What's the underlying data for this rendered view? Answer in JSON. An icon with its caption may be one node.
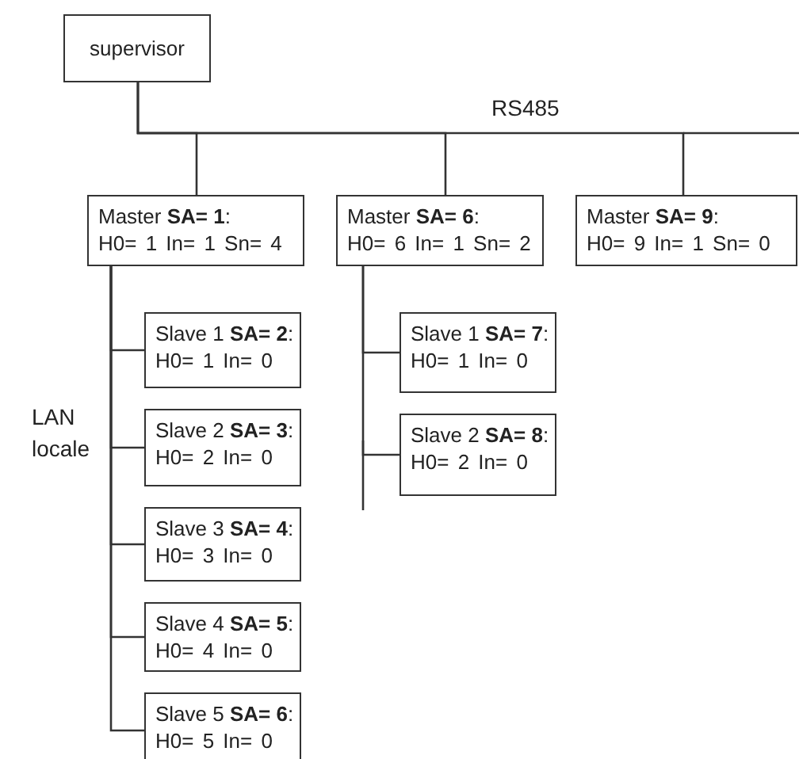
{
  "diagram": {
    "nodes": [
      {
        "text": [
          "supervisor"
        ]
      },
      {
        "text": [
          "Master **SA= 1**:",
          "H0= 1 In= 1 Sn= 4"
        ]
      },
      {
        "text": [
          "Master **SA= 6**:",
          "H0= 6 In= 1 Sn= 2"
        ]
      },
      {
        "text": [
          "Master **SA= 9**:",
          "H0= 9 In= 1 Sn= 0"
        ]
      },
      {
        "text": [
          "Slave 1 **SA= 2**:",
          "H0= 1 In= 0"
        ]
      },
      {
        "text": [
          "Slave 2 **SA= 3**:",
          "H0= 2 In= 0"
        ]
      },
      {
        "text": [
          "Slave 3 **SA= 4**:",
          "H0= 3 In= 0"
        ]
      },
      {
        "text": [
          "Slave 4 **SA= 5**:",
          "H0= 4 In= 0"
        ]
      },
      {
        "text": [
          "Slave 5 **SA= 6**:",
          "H0= 5 In= 0"
        ]
      },
      {
        "text": [
          "Slave 1 **SA= 7**:",
          "H0= 1 In= 0"
        ]
      },
      {
        "text": [
          "Slave 2 **SA= 8**:",
          "H0= 2 In= 0"
        ]
      }
    ],
    "edges": [
      {
        "from": 0,
        "to": 1,
        "arrow": "none"
      },
      {
        "from": 0,
        "to": 2,
        "arrow": "none"
      },
      {
        "from": 0,
        "to": 3,
        "arrow": "none"
      },
      {
        "from": 1,
        "to": 4,
        "arrow": "none"
      },
      {
        "from": 1,
        "to": 5,
        "arrow": "none"
      },
      {
        "from": 1,
        "to": 6,
        "arrow": "none"
      },
      {
        "from": 1,
        "to": 7,
        "arrow": "none"
      },
      {
        "from": 1,
        "to": 8,
        "arrow": "none"
      },
      {
        "from": 2,
        "to": 9,
        "arrow": "none"
      },
      {
        "from": 2,
        "to": 10,
        "arrow": "none"
      }
    ],
    "labels": [
      "RS485",
      "LAN locale"
    ]
  }
}
